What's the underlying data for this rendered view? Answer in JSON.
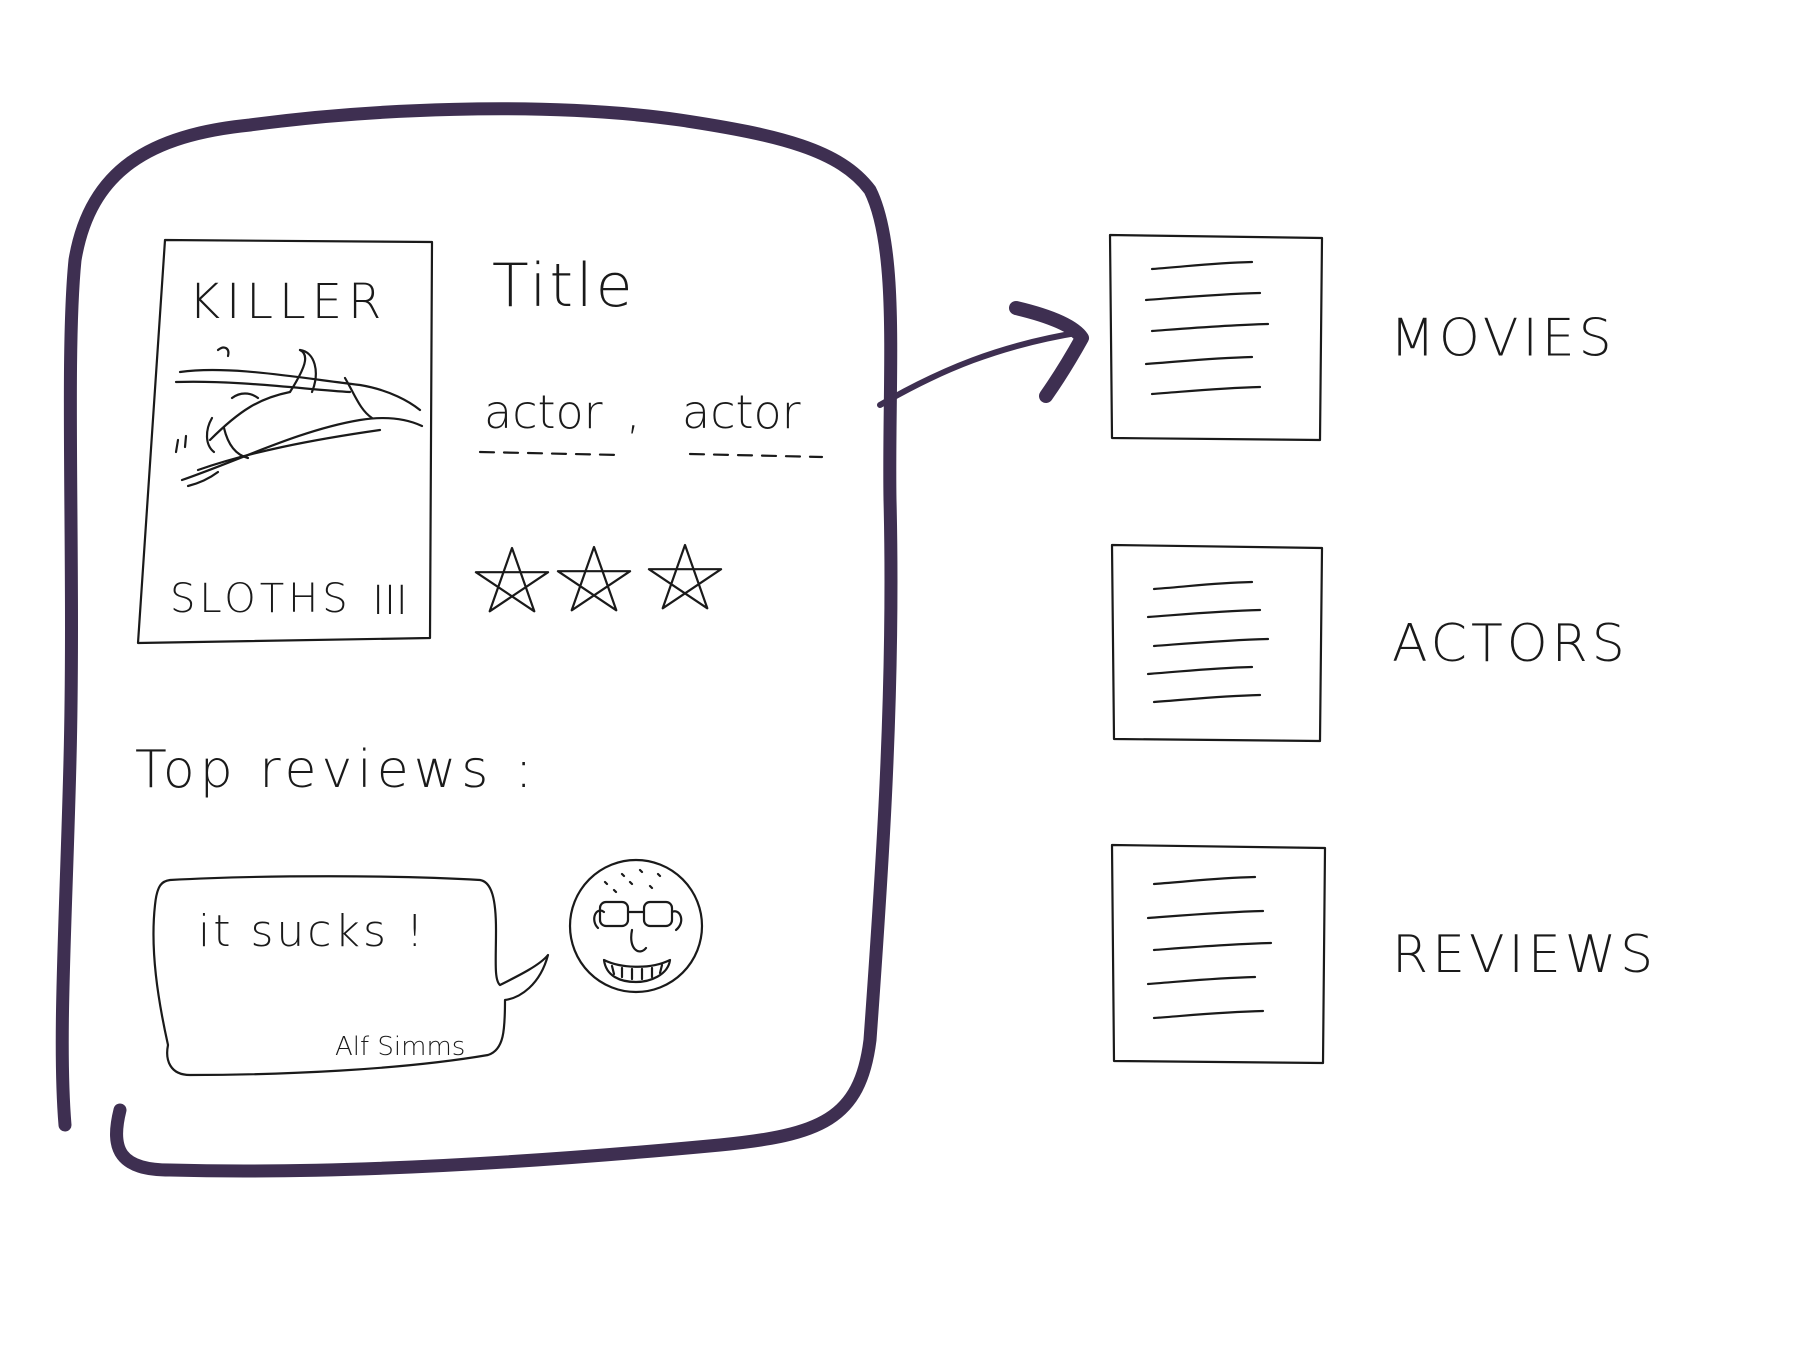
{
  "screen": {
    "poster": {
      "top_text": "KILLER",
      "bottom_text": "SLOTHS",
      "numeral": "III"
    },
    "title": "Title",
    "actors": [
      "actor",
      "actor"
    ],
    "actors_separator": ",",
    "rating": {
      "stars": 3
    },
    "reviews": {
      "heading": "Top reviews :",
      "items": [
        {
          "text": "it sucks !",
          "author": "Alf Simms"
        }
      ]
    }
  },
  "data_sources": [
    {
      "label": "MOVIES"
    },
    {
      "label": "ACTORS"
    },
    {
      "label": "REVIEWS"
    }
  ],
  "colors": {
    "frame": "#3e2f51",
    "ink": "#1a1a1a",
    "background": "#ffffff"
  }
}
